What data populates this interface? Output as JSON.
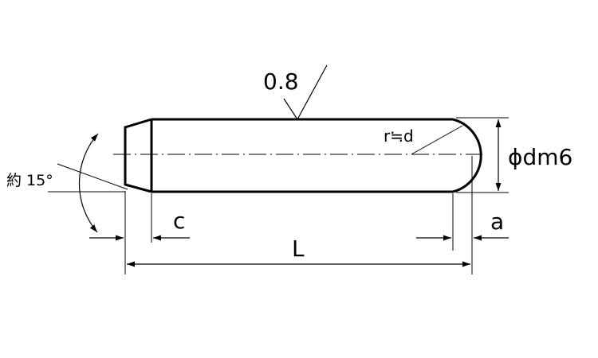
{
  "labels": {
    "roughness": "0.8",
    "tip_radius": "r≒d",
    "diameter": "ϕdm6",
    "chamfer_angle": "約 15°",
    "chamfer_length": "c",
    "end_a": "a",
    "length": "L"
  },
  "colors": {
    "line": "#000000",
    "background": "#ffffff"
  }
}
